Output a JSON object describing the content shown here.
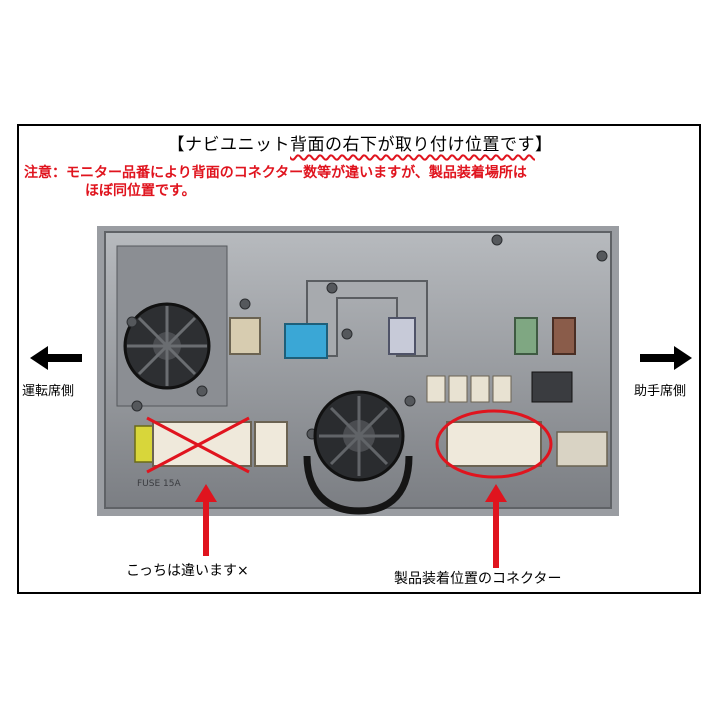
{
  "title": {
    "open_bracket": "【",
    "part1": "ナビユニット",
    "underlined": "背面の右下が取り付け位置です",
    "close_bracket": "】"
  },
  "note": {
    "line1": "注意：モニター品番により背面のコネクター数等が違いますが、製品装着場所は",
    "line2": "ほぼ同位置です。"
  },
  "sides": {
    "left_label": "運転席側",
    "right_label": "助手席側"
  },
  "captions": {
    "wrong": "こっちは違います×",
    "correct": "製品装着位置のコネクター"
  },
  "photo_labels": {
    "fuse": "FUSE 15A"
  },
  "colors": {
    "accent_red": "#e0141e",
    "metal": "#8f9297",
    "connector_blue": "#3aa7d6",
    "connector_green": "#7fa782",
    "connector_brown": "#8a5c4a"
  }
}
